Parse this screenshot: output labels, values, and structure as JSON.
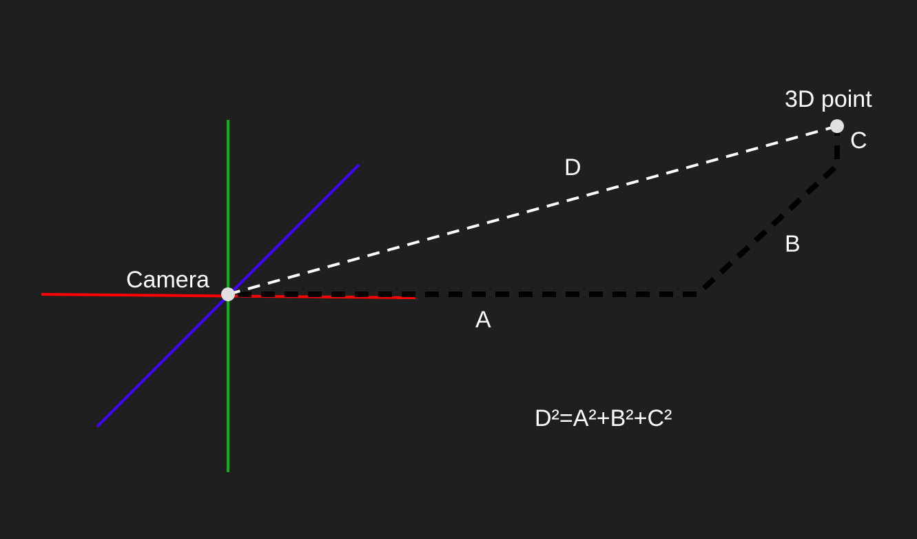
{
  "labels": {
    "camera": "Camera",
    "point": "3D point",
    "a": "A",
    "b": "B",
    "c": "C",
    "d": "D",
    "formula": "D²=A²+B²+C²"
  },
  "colors": {
    "background": "#1f1f1f",
    "x_axis": "#ff0000",
    "y_axis": "#11b211",
    "z_axis": "#4400ff",
    "distance_line": "#ffffff",
    "component_path": "#000000",
    "point": "#e0e0e0",
    "text": "#ffffff"
  }
}
